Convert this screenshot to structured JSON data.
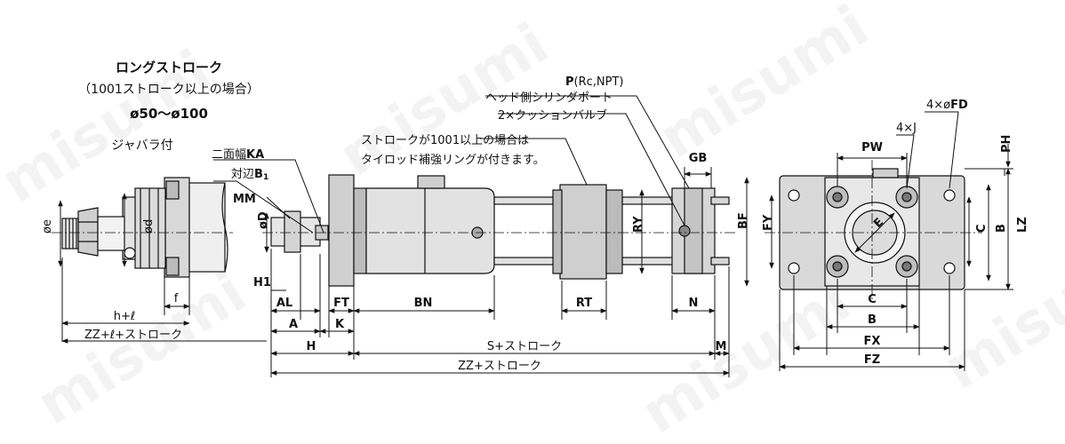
{
  "header": {
    "title": "ロングストローク",
    "subtitle": "（1001ストローク以上の場合）",
    "bore_range": "ø50～ø100",
    "bellows": "ジャバラ付"
  },
  "callouts": {
    "port": "P",
    "port_types": "(Rc,NPT)",
    "head_port": "ヘッド側シリンダポート",
    "cushion": "2×クッションバルブ",
    "tierod_line1": "ストロークが1001以上の場合は",
    "tierod_line2": "タイロッド補強リングが付きます。",
    "across_flats_prefix": "二面幅",
    "across_flats_code": "KA",
    "width_prefix": "対辺",
    "width_code": "B",
    "width_sub": "1",
    "holes_fd_prefix": "4×ø",
    "holes_fd_code": "FD",
    "holes_j": "4×J"
  },
  "dimensions": {
    "e": "øe",
    "d": "ød",
    "f": "f",
    "hl": "h+ℓ",
    "zz_l": "ZZ+ℓ+ストローク",
    "MM": "MM",
    "D": "øD",
    "H1": "H1",
    "AL": "AL",
    "A": "A",
    "FT": "FT",
    "K": "K",
    "H": "H",
    "BN": "BN",
    "RT": "RT",
    "RY": "RY",
    "N": "N",
    "GB": "GB",
    "S": "S+ストローク",
    "M": "M",
    "ZZ": "ZZ+ストローク",
    "BF": "BF",
    "FY": "FY",
    "PW": "PW",
    "PH": "PH",
    "E": "E",
    "C": "C",
    "B": "B",
    "LZ": "LZ",
    "FX": "FX",
    "FZ": "FZ"
  },
  "watermark": "misumi"
}
